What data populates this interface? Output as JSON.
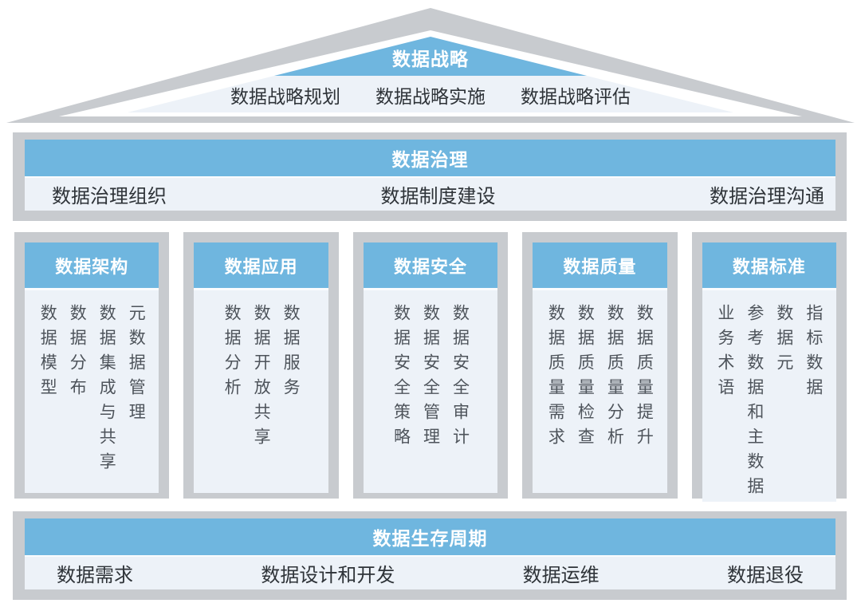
{
  "colors": {
    "accent_blue": "#6FB6DF",
    "panel_light": "#EDF2F8",
    "frame_gray": "#C8CBCF",
    "header_text": "#FFFFFF",
    "item_text_dark": "#2E3338",
    "pillar_text_gray": "#4E545B",
    "background": "#FFFFFF"
  },
  "roof": {
    "title": "数据战略",
    "items": [
      "数据战略规划",
      "数据战略实施",
      "数据战略评估"
    ]
  },
  "governance": {
    "title": "数据治理",
    "items": [
      "数据治理组织",
      "数据制度建设",
      "数据治理沟通"
    ]
  },
  "pillars": [
    {
      "title": "数据架构",
      "items": [
        "数据模型",
        "数据分布",
        "数据集成与共享",
        "元数据管理"
      ]
    },
    {
      "title": "数据应用",
      "items": [
        "数据分析",
        "数据开放共享",
        "数据服务"
      ]
    },
    {
      "title": "数据安全",
      "items": [
        "数据安全策略",
        "数据安全管理",
        "数据安全审计"
      ]
    },
    {
      "title": "数据质量",
      "items": [
        "数据质量需求",
        "数据质量检查",
        "数据质量分析",
        "数据质量提升"
      ]
    },
    {
      "title": "数据标准",
      "items": [
        "业务术语",
        "参考数据和主数据",
        "数据元",
        "指标数据"
      ]
    }
  ],
  "lifecycle": {
    "title": "数据生存周期",
    "items": [
      "数据需求",
      "数据设计和开发",
      "数据运维",
      "数据退役"
    ]
  }
}
